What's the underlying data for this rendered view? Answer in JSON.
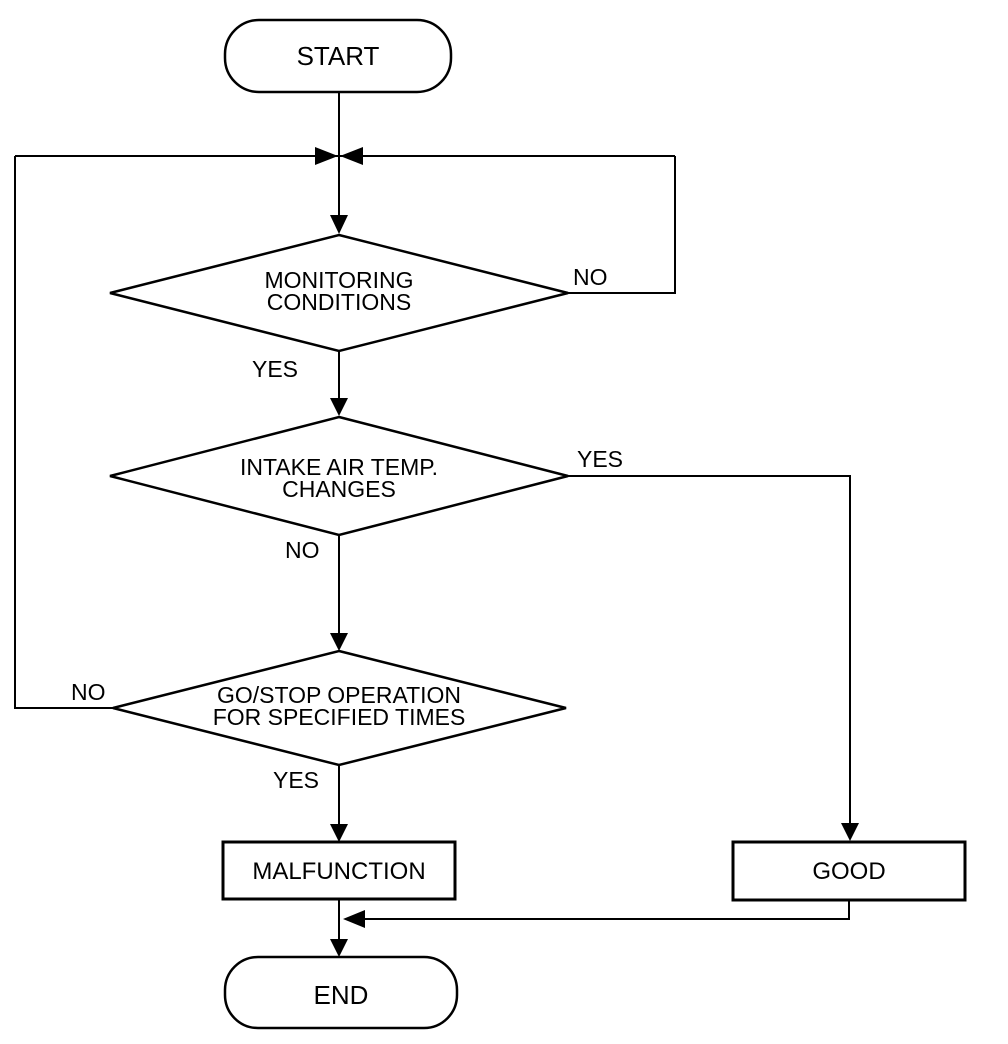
{
  "diagram": {
    "type": "flowchart",
    "background_color": "#ffffff",
    "line_color": "#000000",
    "nodes": {
      "start": {
        "shape": "terminator",
        "label": "START"
      },
      "monitoring": {
        "shape": "decision",
        "label_line1": "MONITORING",
        "label_line2": "CONDITIONS"
      },
      "intake": {
        "shape": "decision",
        "label_line1": "INTAKE AIR TEMP.",
        "label_line2": "CHANGES"
      },
      "gostop": {
        "shape": "decision",
        "label_line1": "GO/STOP OPERATION",
        "label_line2": "FOR SPECIFIED TIMES"
      },
      "malfunction": {
        "shape": "process",
        "label": "MALFUNCTION"
      },
      "good": {
        "shape": "process",
        "label": "GOOD"
      },
      "end": {
        "shape": "terminator",
        "label": "END"
      }
    },
    "edge_labels": {
      "monitoring_no": "NO",
      "monitoring_yes": "YES",
      "intake_yes": "YES",
      "intake_no": "NO",
      "gostop_no": "NO",
      "gostop_yes": "YES"
    }
  }
}
